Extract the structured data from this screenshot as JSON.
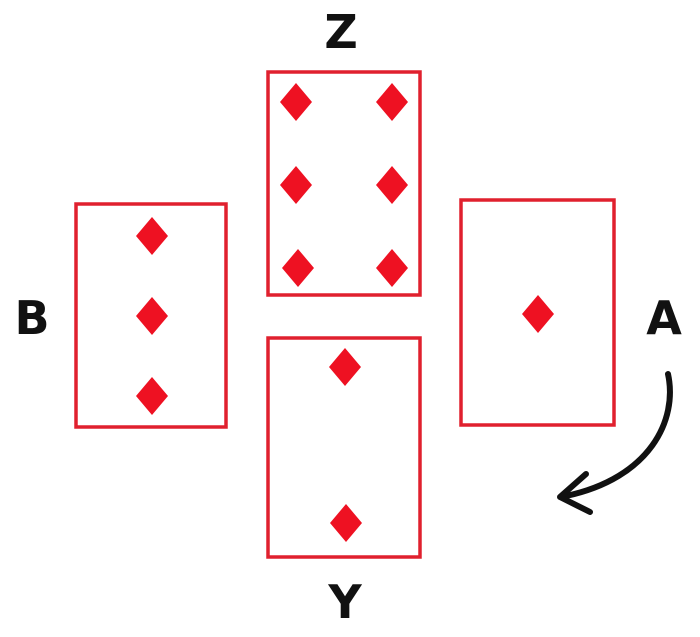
{
  "colors": {
    "card": "#e0202e",
    "pip": "#ee1122",
    "ink": "#111111"
  },
  "cards": [
    {
      "id": "Z",
      "label": "Z",
      "pips": 6
    },
    {
      "id": "B",
      "label": "B",
      "pips": 3
    },
    {
      "id": "A",
      "label": "A",
      "pips": 1
    },
    {
      "id": "Y",
      "label": "Y",
      "pips": 2
    }
  ],
  "arrow": {
    "from": "A",
    "direction": "clockwise"
  }
}
